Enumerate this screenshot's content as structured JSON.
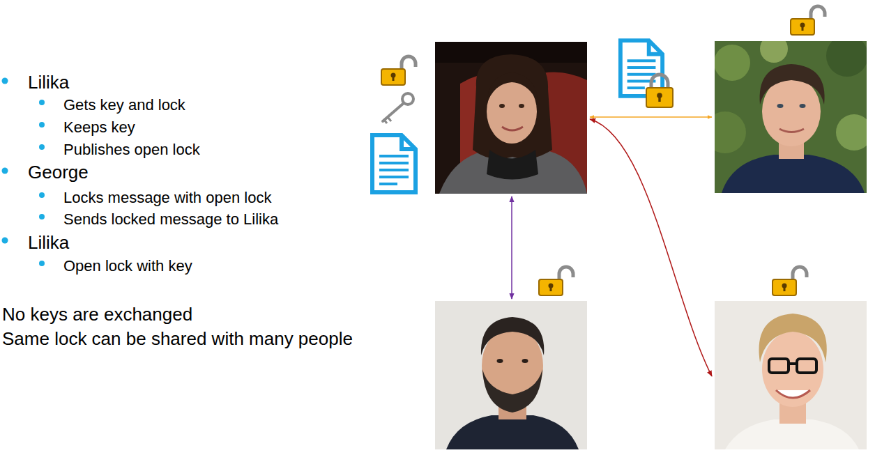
{
  "diagram": {
    "labels": [
      "Lilika",
      "Gets key and lock",
      "Keeps key",
      "Publishes open lock",
      "George",
      "Locks message with open lock",
      "Sends locked message to Lilika",
      "Lilika",
      "Open lock with key",
      "No keys are exchanged",
      "Same lock can be shared with many people"
    ]
  }
}
